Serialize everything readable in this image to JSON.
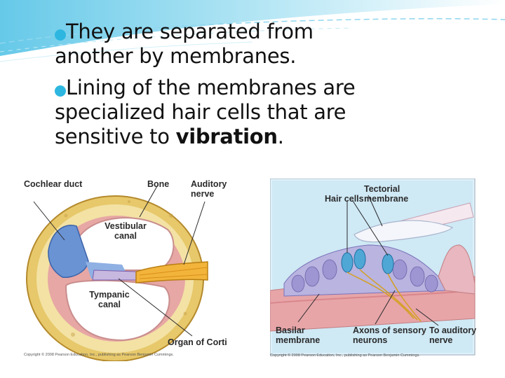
{
  "bullets": [
    {
      "first_line": "They are separated from",
      "rest": "another by membranes."
    },
    {
      "first_line": "Lining of the membranes are",
      "rest_lines": [
        "specialized hair cells that are"
      ],
      "last_prefix": "sensitive to ",
      "last_bold": "vibration",
      "last_suffix": "."
    }
  ],
  "figure_left": {
    "labels": {
      "cochlear_duct": "Cochlear duct",
      "bone": "Bone",
      "auditory_nerve": "Auditory nerve",
      "vestibular_canal": "Vestibular canal",
      "tympanic_canal": "Tympanic canal",
      "organ_of_corti": "Organ of Corti"
    },
    "copyright": "Copyright © 2008 Pearson Education, Inc., publishing as Pearson Benjamin Cummings."
  },
  "figure_right": {
    "labels": {
      "tectorial_membrane": "Tectorial membrane",
      "hair_cells": "Hair cells",
      "basilar_membrane": "Basilar membrane",
      "axons": "Axons of sensory neurons",
      "to_auditory_nerve": "To auditory nerve"
    },
    "copyright": "Copyright © 2008 Pearson Education, Inc., publishing as Pearson Benjamin Cummings."
  },
  "colors": {
    "accent": "#2db7e0",
    "swoosh": "#7fd3ec"
  }
}
